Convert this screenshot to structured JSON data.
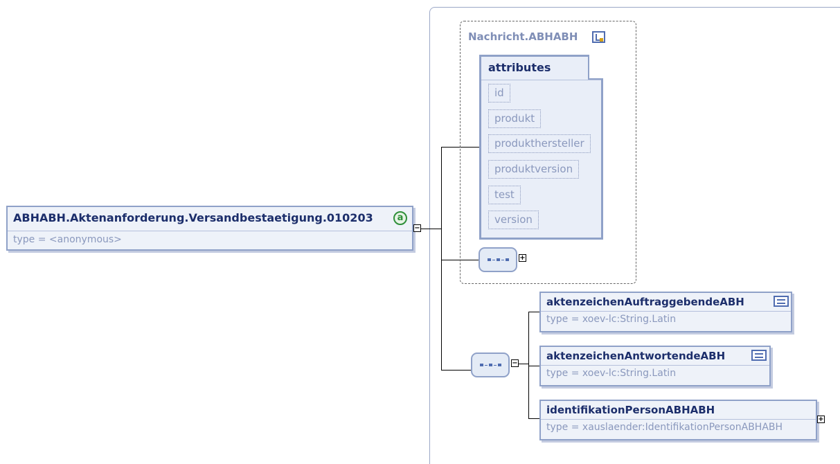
{
  "root": {
    "name": "ABHABH.Aktenanforderung.Versandbestaetigung.010203",
    "type": "type = <anonymous>",
    "badge": "a"
  },
  "group": {
    "title": "Nachricht.ABHABH",
    "badge_icon": "complex-type-icon"
  },
  "attributes": {
    "title": "attributes",
    "items": [
      "id",
      "produkt",
      "produkthersteller",
      "produktversion",
      "test",
      "version"
    ]
  },
  "children": [
    {
      "name": "aktenzeichenAuftraggebendeABH",
      "type": "type = xoev-lc:String.Latin",
      "badge_icon": "simple-type-icon"
    },
    {
      "name": "aktenzeichenAntwortendeABH",
      "type": "type = xoev-lc:String.Latin",
      "badge_icon": "simple-type-icon"
    },
    {
      "name": "identifikationPersonABHABH",
      "type": "type = xauslaender:IdentifikationPersonABHABH"
    }
  ],
  "toggles": {
    "minus": "−",
    "plus": "+"
  },
  "colors": {
    "node_border": "#8fa1c8",
    "node_fill": "#eef2f9",
    "title": "#1c2e6b",
    "muted": "#8a98bd",
    "attribute_badge": "#2f8f3a"
  }
}
